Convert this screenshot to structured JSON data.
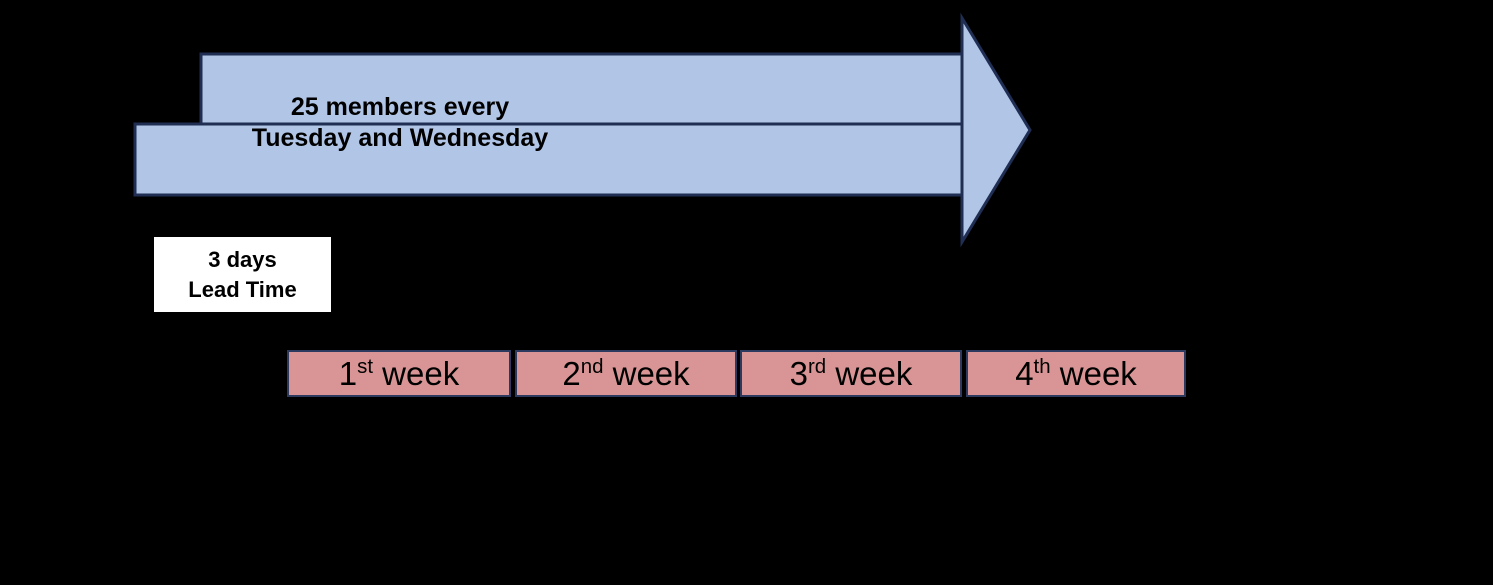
{
  "diagram": {
    "title": "Delivery schedule arrow with weekly timeline",
    "background_color": "#000000",
    "arrow": {
      "fill_color": "#b1c5e7",
      "stroke_color": "#1f2e52",
      "label_line1": "25 members every",
      "label_line2": "Tuesday and Wednesday"
    },
    "leadtime": {
      "fill_color": "#ffffff",
      "text_color": "#000000",
      "line1": "3 days",
      "line2": "Lead Time"
    },
    "timeline": {
      "fill_color": "#d99595",
      "border_color": "#2b3a5e",
      "weeks": [
        {
          "number": "1",
          "ordinal": "st",
          "unit": " week"
        },
        {
          "number": "2",
          "ordinal": "nd",
          "unit": " week"
        },
        {
          "number": "3",
          "ordinal": "rd",
          "unit": " week"
        },
        {
          "number": "4",
          "ordinal": "th",
          "unit": " week"
        }
      ]
    }
  }
}
